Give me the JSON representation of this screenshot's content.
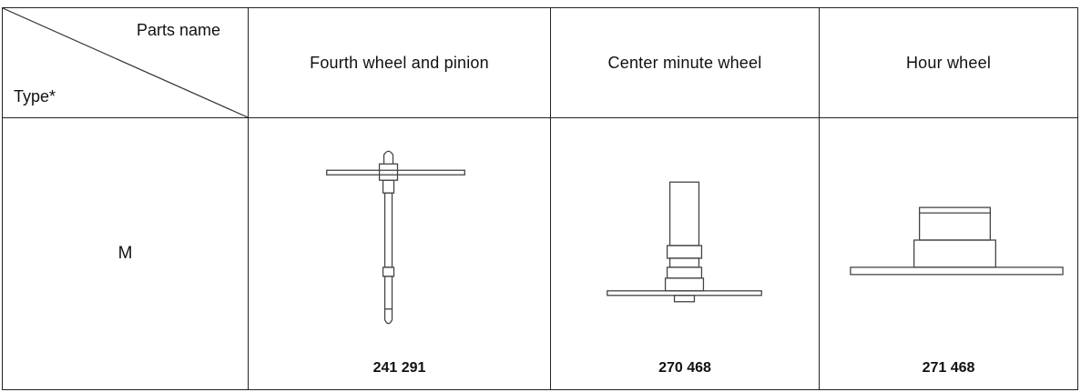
{
  "table": {
    "corner": {
      "parts_name": "Parts name",
      "type": "Type*"
    },
    "columns": [
      "Fourth wheel and pinion",
      "Center minute wheel",
      "Hour wheel"
    ],
    "rows": [
      {
        "type": "M",
        "codes": [
          "241 291",
          "270 468",
          "271 468"
        ]
      }
    ]
  }
}
